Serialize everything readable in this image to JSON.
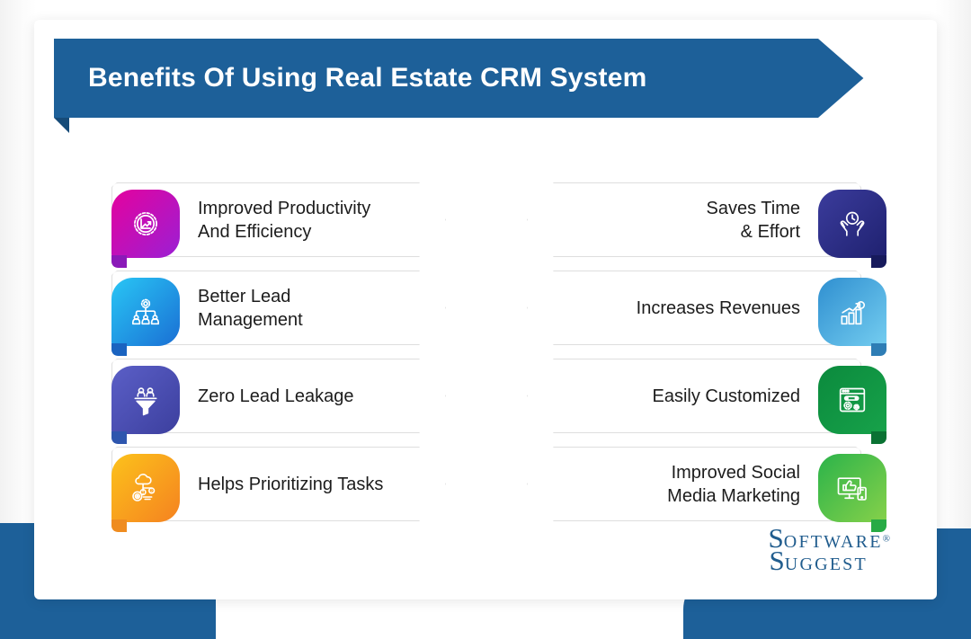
{
  "header": {
    "title": "Benefits Of Using Real Estate CRM System",
    "ribbon_color": "#1d6099",
    "title_color": "#ffffff"
  },
  "benefits": {
    "left_column": [
      {
        "label": "Improved Productivity\nAnd Efficiency",
        "icon": "gear-growth-icon",
        "color_start": "#e4029e",
        "color_end": "#9b1fd4",
        "tab_color": "#8a1ab8"
      },
      {
        "label": "Better Lead\nManagement",
        "icon": "gear-team-network-icon",
        "color_start": "#29c6f5",
        "color_end": "#1a6fd4",
        "tab_color": "#1a63c0"
      },
      {
        "label": "Zero Lead Leakage",
        "icon": "lead-funnel-icon",
        "color_start": "#5b5fc7",
        "color_end": "#3c3f9e",
        "tab_color": "#2e56ae"
      },
      {
        "label": "Helps Prioritizing Tasks",
        "icon": "cloud-task-priority-icon",
        "color_start": "#fcc21b",
        "color_end": "#f58220",
        "tab_color": "#ef8c20"
      }
    ],
    "right_column": [
      {
        "label": "Saves Time\n& Effort",
        "icon": "hands-clock-icon",
        "color_start": "#3b3c9c",
        "color_end": "#1f2170",
        "tab_color": "#171a5c"
      },
      {
        "label": "Increases Revenues",
        "icon": "revenue-bar-chart-icon",
        "color_start": "#2f8fd0",
        "color_end": "#74cdf0",
        "tab_color": "#2e7db5"
      },
      {
        "label": "Easily Customized",
        "icon": "browser-settings-icon",
        "color_start": "#0b8a3d",
        "color_end": "#17a24a",
        "tab_color": "#0a7233"
      },
      {
        "label": "Improved Social\nMedia Marketing",
        "icon": "social-media-device-icon",
        "color_start": "#2bb34a",
        "color_end": "#86d14a",
        "tab_color": "#27ab45"
      }
    ]
  },
  "logo": {
    "line1_cap": "S",
    "line1_rest": "oftware",
    "registered": "®",
    "line2_cap": "S",
    "line2_rest": "uggest",
    "color": "#215d8e"
  },
  "decoration": {
    "accent_color": "#1d6099",
    "card_background": "#ffffff"
  }
}
